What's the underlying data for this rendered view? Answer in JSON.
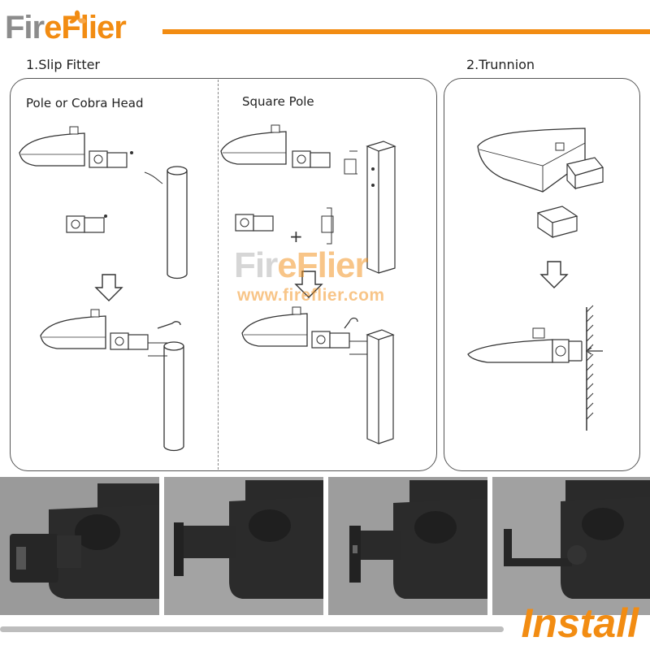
{
  "brand": {
    "logo_left": "Fir",
    "logo_mid": "e",
    "logo_right": "Flier",
    "orange": "#f28c12",
    "gray": "#8c8c8c"
  },
  "sections": {
    "slip_fitter": {
      "title": "1.Slip Fitter",
      "pole_or_cobra": "Pole or Cobra Head",
      "square_pole": "Square Pole"
    },
    "trunnion": {
      "title": "2.Trunnion"
    }
  },
  "watermark": {
    "left": "Fir",
    "mid": "e",
    "right": "Flier",
    "url": "www.fireflier.com"
  },
  "footer": {
    "install": "Install"
  }
}
